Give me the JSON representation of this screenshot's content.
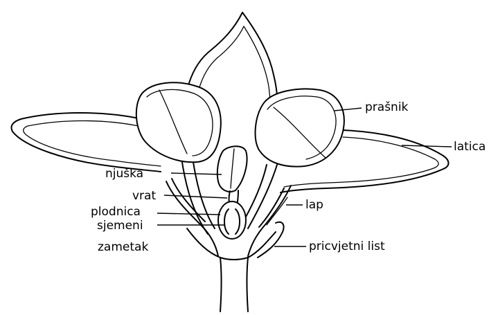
{
  "labels": {
    "prasnik": "prašnik",
    "latica": "latica",
    "njuska": "njuška",
    "vrat": "vrat",
    "lap": "lap",
    "plodnica": "plodnica",
    "sjemeni": "sjemeni",
    "zametak": "zametak",
    "pricvjetni_list": "pricvjetni list"
  },
  "colors": {
    "line": "#000000",
    "background": "#ffffff"
  }
}
